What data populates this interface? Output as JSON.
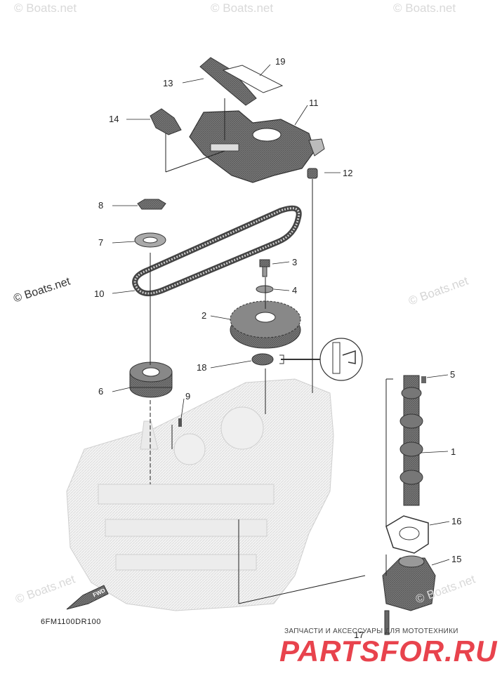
{
  "watermarks": [
    "© Boats.net",
    "© Boats.net",
    "© Boats.net",
    "© Boats.net",
    "© Boats.net",
    "© Boats.net"
  ],
  "callouts": [
    "1",
    "2",
    "3",
    "4",
    "5",
    "6",
    "7",
    "8",
    "9",
    "10",
    "11",
    "12",
    "13",
    "14",
    "15",
    "16",
    "17",
    "18",
    "19"
  ],
  "diagram_code": "6FM1100DR100",
  "fwd_label": "FWD",
  "logo": {
    "tagline": "ЗАПЧАСТИ И АКСЕССУАРЫ ДЛЯ МОТОТЕХНИКИ",
    "text": "PARTSFOR.RU",
    "color": "#e8434d"
  }
}
